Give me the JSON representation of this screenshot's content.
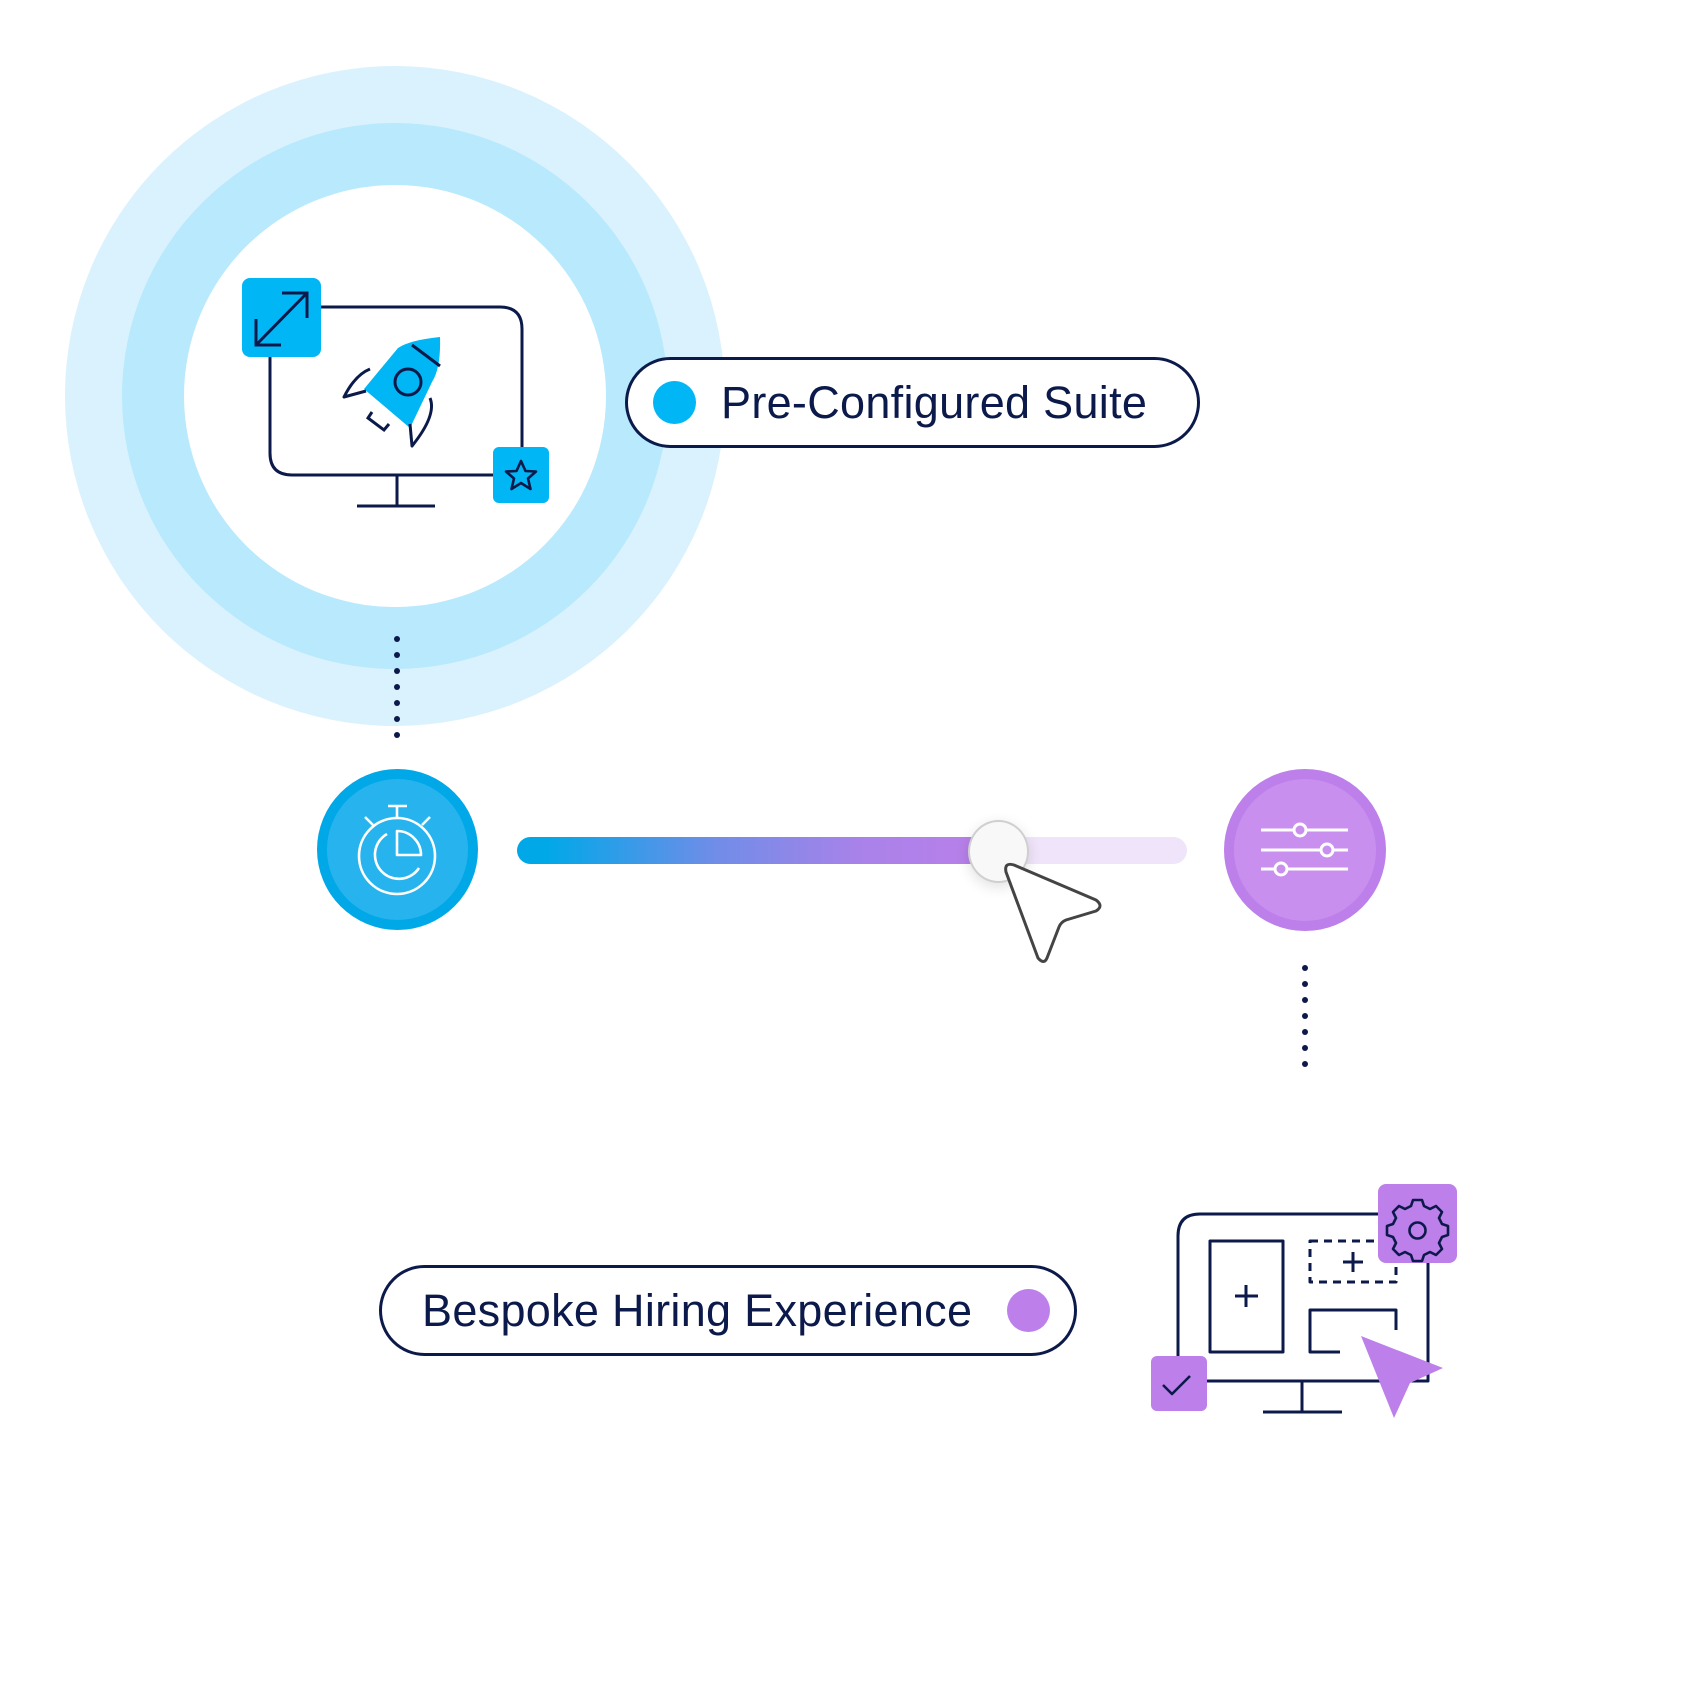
{
  "colors": {
    "blue_primary": "#00B6F5",
    "blue_dark": "#00A8E8",
    "blue_ring_outer": "#DAF2FD",
    "blue_ring_mid": "#B8E9FC",
    "purple_primary": "#BD7FEA",
    "purple_light": "#C98FEE",
    "purple_ring_outer": "#F4EBFC",
    "purple_ring_mid": "#EADCF8",
    "track_remaining": "#F0E4FA",
    "navy": "#0B1A4A"
  },
  "top_node": {
    "label": "Pre-Configured Suite",
    "icon": "monitor-rocket-icon",
    "badges": [
      "expand-arrows-icon",
      "star-icon"
    ]
  },
  "bottom_node": {
    "label": "Bespoke Hiring Experience",
    "icon": "monitor-layout-builder-icon",
    "badges": [
      "gear-icon",
      "checkmark-icon",
      "pointer-cursor-icon"
    ]
  },
  "slider": {
    "left_icon": "stopwatch-icon",
    "right_icon": "sliders-settings-icon",
    "value_percent": 72
  }
}
